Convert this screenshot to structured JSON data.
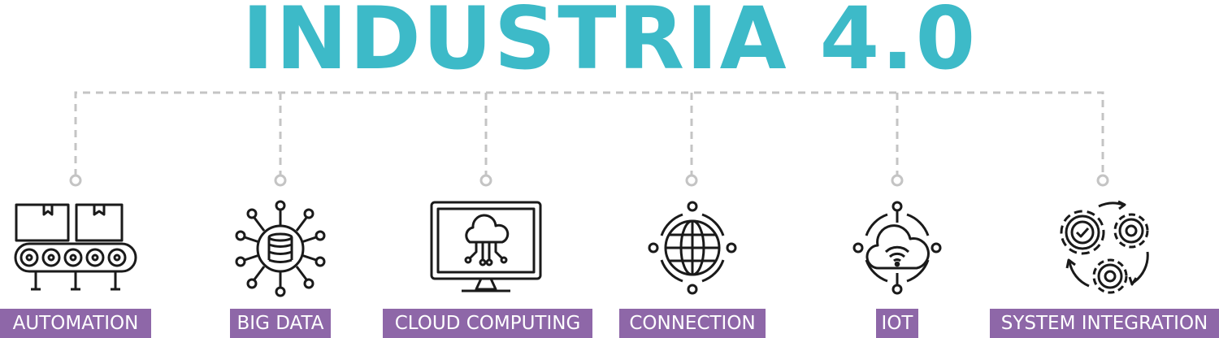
{
  "title": "INDUSTRIA 4.0",
  "colors": {
    "title": "#3dbac8",
    "label_bg": "#8e67a8",
    "label_text": "#ffffff",
    "connector": "#c4c4c4",
    "icon_stroke": "#1a1a1a"
  },
  "items": [
    {
      "label": "AUTOMATION",
      "icon": "conveyor-belt-icon"
    },
    {
      "label": "BIG DATA",
      "icon": "database-network-icon"
    },
    {
      "label": "CLOUD COMPUTING",
      "icon": "cloud-monitor-icon"
    },
    {
      "label": "CONNECTION",
      "icon": "globe-network-icon"
    },
    {
      "label": "IOT",
      "icon": "wifi-cloud-icon"
    },
    {
      "label": "SYSTEM INTEGRATION",
      "icon": "gears-cycle-icon"
    }
  ]
}
